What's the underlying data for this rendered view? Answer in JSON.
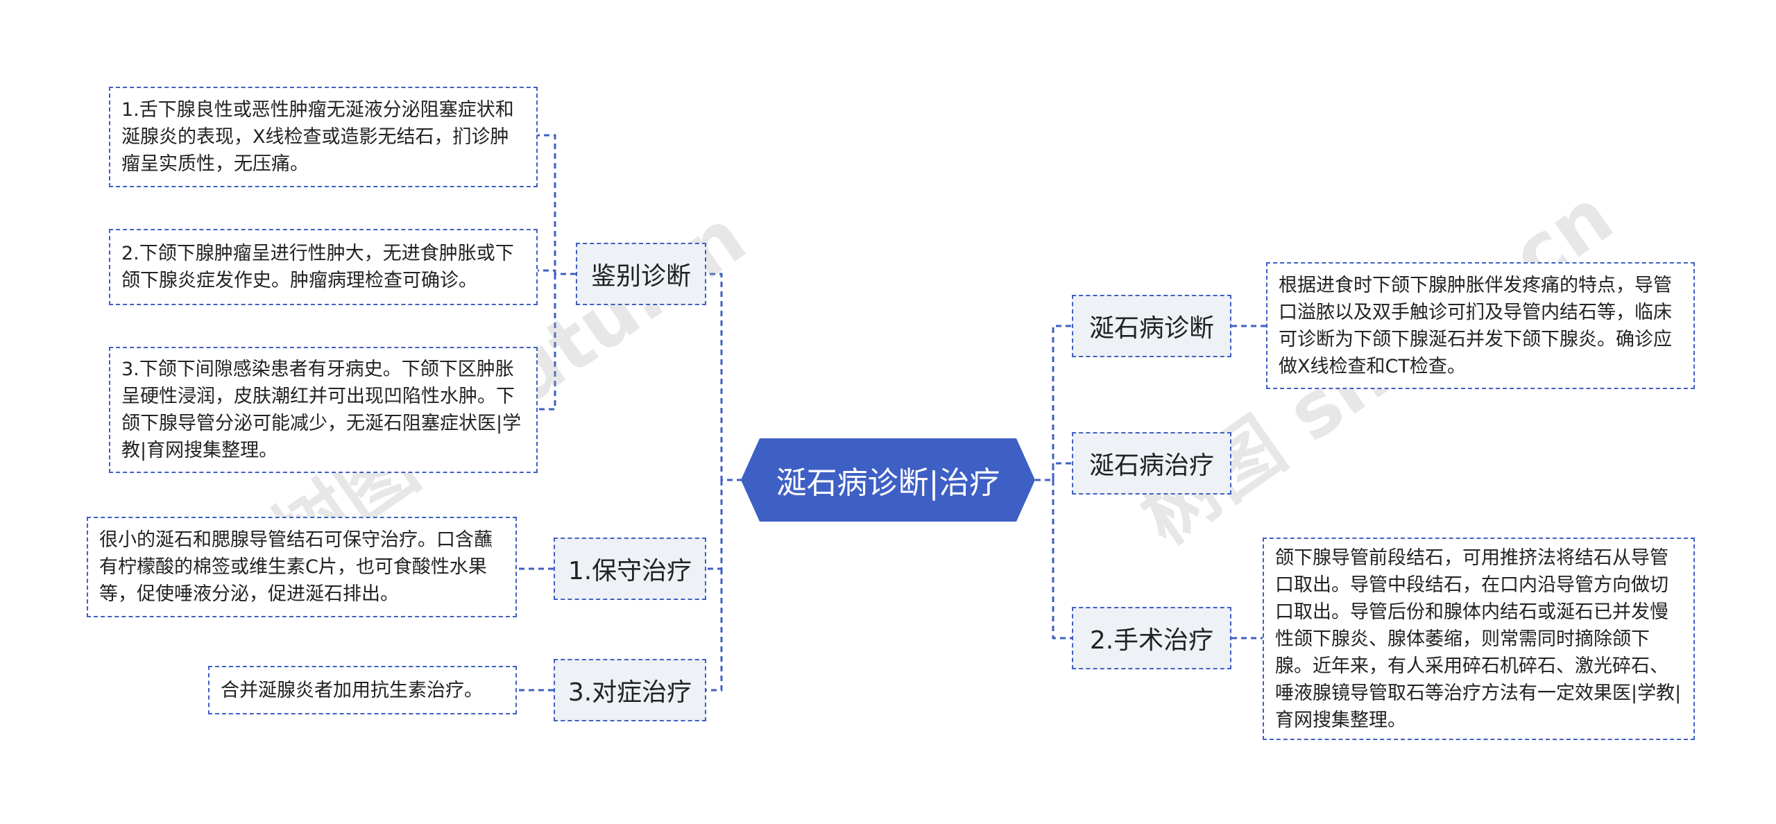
{
  "root": {
    "label": "涎石病诊断|治疗"
  },
  "left": {
    "jianbie": {
      "label": "鉴别诊断",
      "items": [
        "1.舌下腺良性或恶性肿瘤无涎液分泌阻塞症状和涎腺炎的表现，X线检查或造影无结石，扪诊肿瘤呈实质性，无压痛。",
        "2.下颌下腺肿瘤呈进行性肿大，无进食肿胀或下颌下腺炎症发作史。肿瘤病理检查可确诊。",
        "3.下颌下间隙感染患者有牙病史。下颌下区肿胀呈硬性浸润，皮肤潮红并可出现凹陷性水肿。下颌下腺导管分泌可能减少，无涎石阻塞症状医|学教|育网搜集整理。"
      ]
    },
    "baoshou": {
      "label": "1.保守治疗",
      "items": [
        "很小的涎石和腮腺导管结石可保守治疗。口含蘸有柠檬酸的棉签或维生素C片，也可食酸性水果等，促使唾液分泌，促进涎石排出。"
      ]
    },
    "duizheng": {
      "label": "3.对症治疗",
      "items": [
        "合并涎腺炎者加用抗生素治疗。"
      ]
    }
  },
  "right": {
    "zhenduan": {
      "label": "涎石病诊断",
      "items": [
        "根据进食时下颌下腺肿胀伴发疼痛的特点，导管口溢脓以及双手触诊可扪及导管内结石等，临床可诊断为下颌下腺涎石并发下颌下腺炎。确诊应做X线检查和CT检查。"
      ]
    },
    "zhiliao": {
      "label": "涎石病治疗"
    },
    "shoushu": {
      "label": "2.手术治疗",
      "items": [
        "颌下腺导管前段结石，可用推挤法将结石从导管口取出。导管中段结石，在口内沿导管方向做切口取出。导管后份和腺体内结石或涎石已并发慢性颌下腺炎、腺体萎缩，则常需同时摘除颌下腺。近年来，有人采用碎石机碎石、激光碎石、唾液腺镜导管取石等治疗方法有一定效果医|学教|育网搜集整理。"
      ]
    }
  },
  "watermark": [
    "树图 shutu.cn",
    "树图 shutu.cn"
  ],
  "colors": {
    "root": "#3e5fc4",
    "line": "#3e5fc4",
    "branch_bg": "#eef1f5"
  }
}
